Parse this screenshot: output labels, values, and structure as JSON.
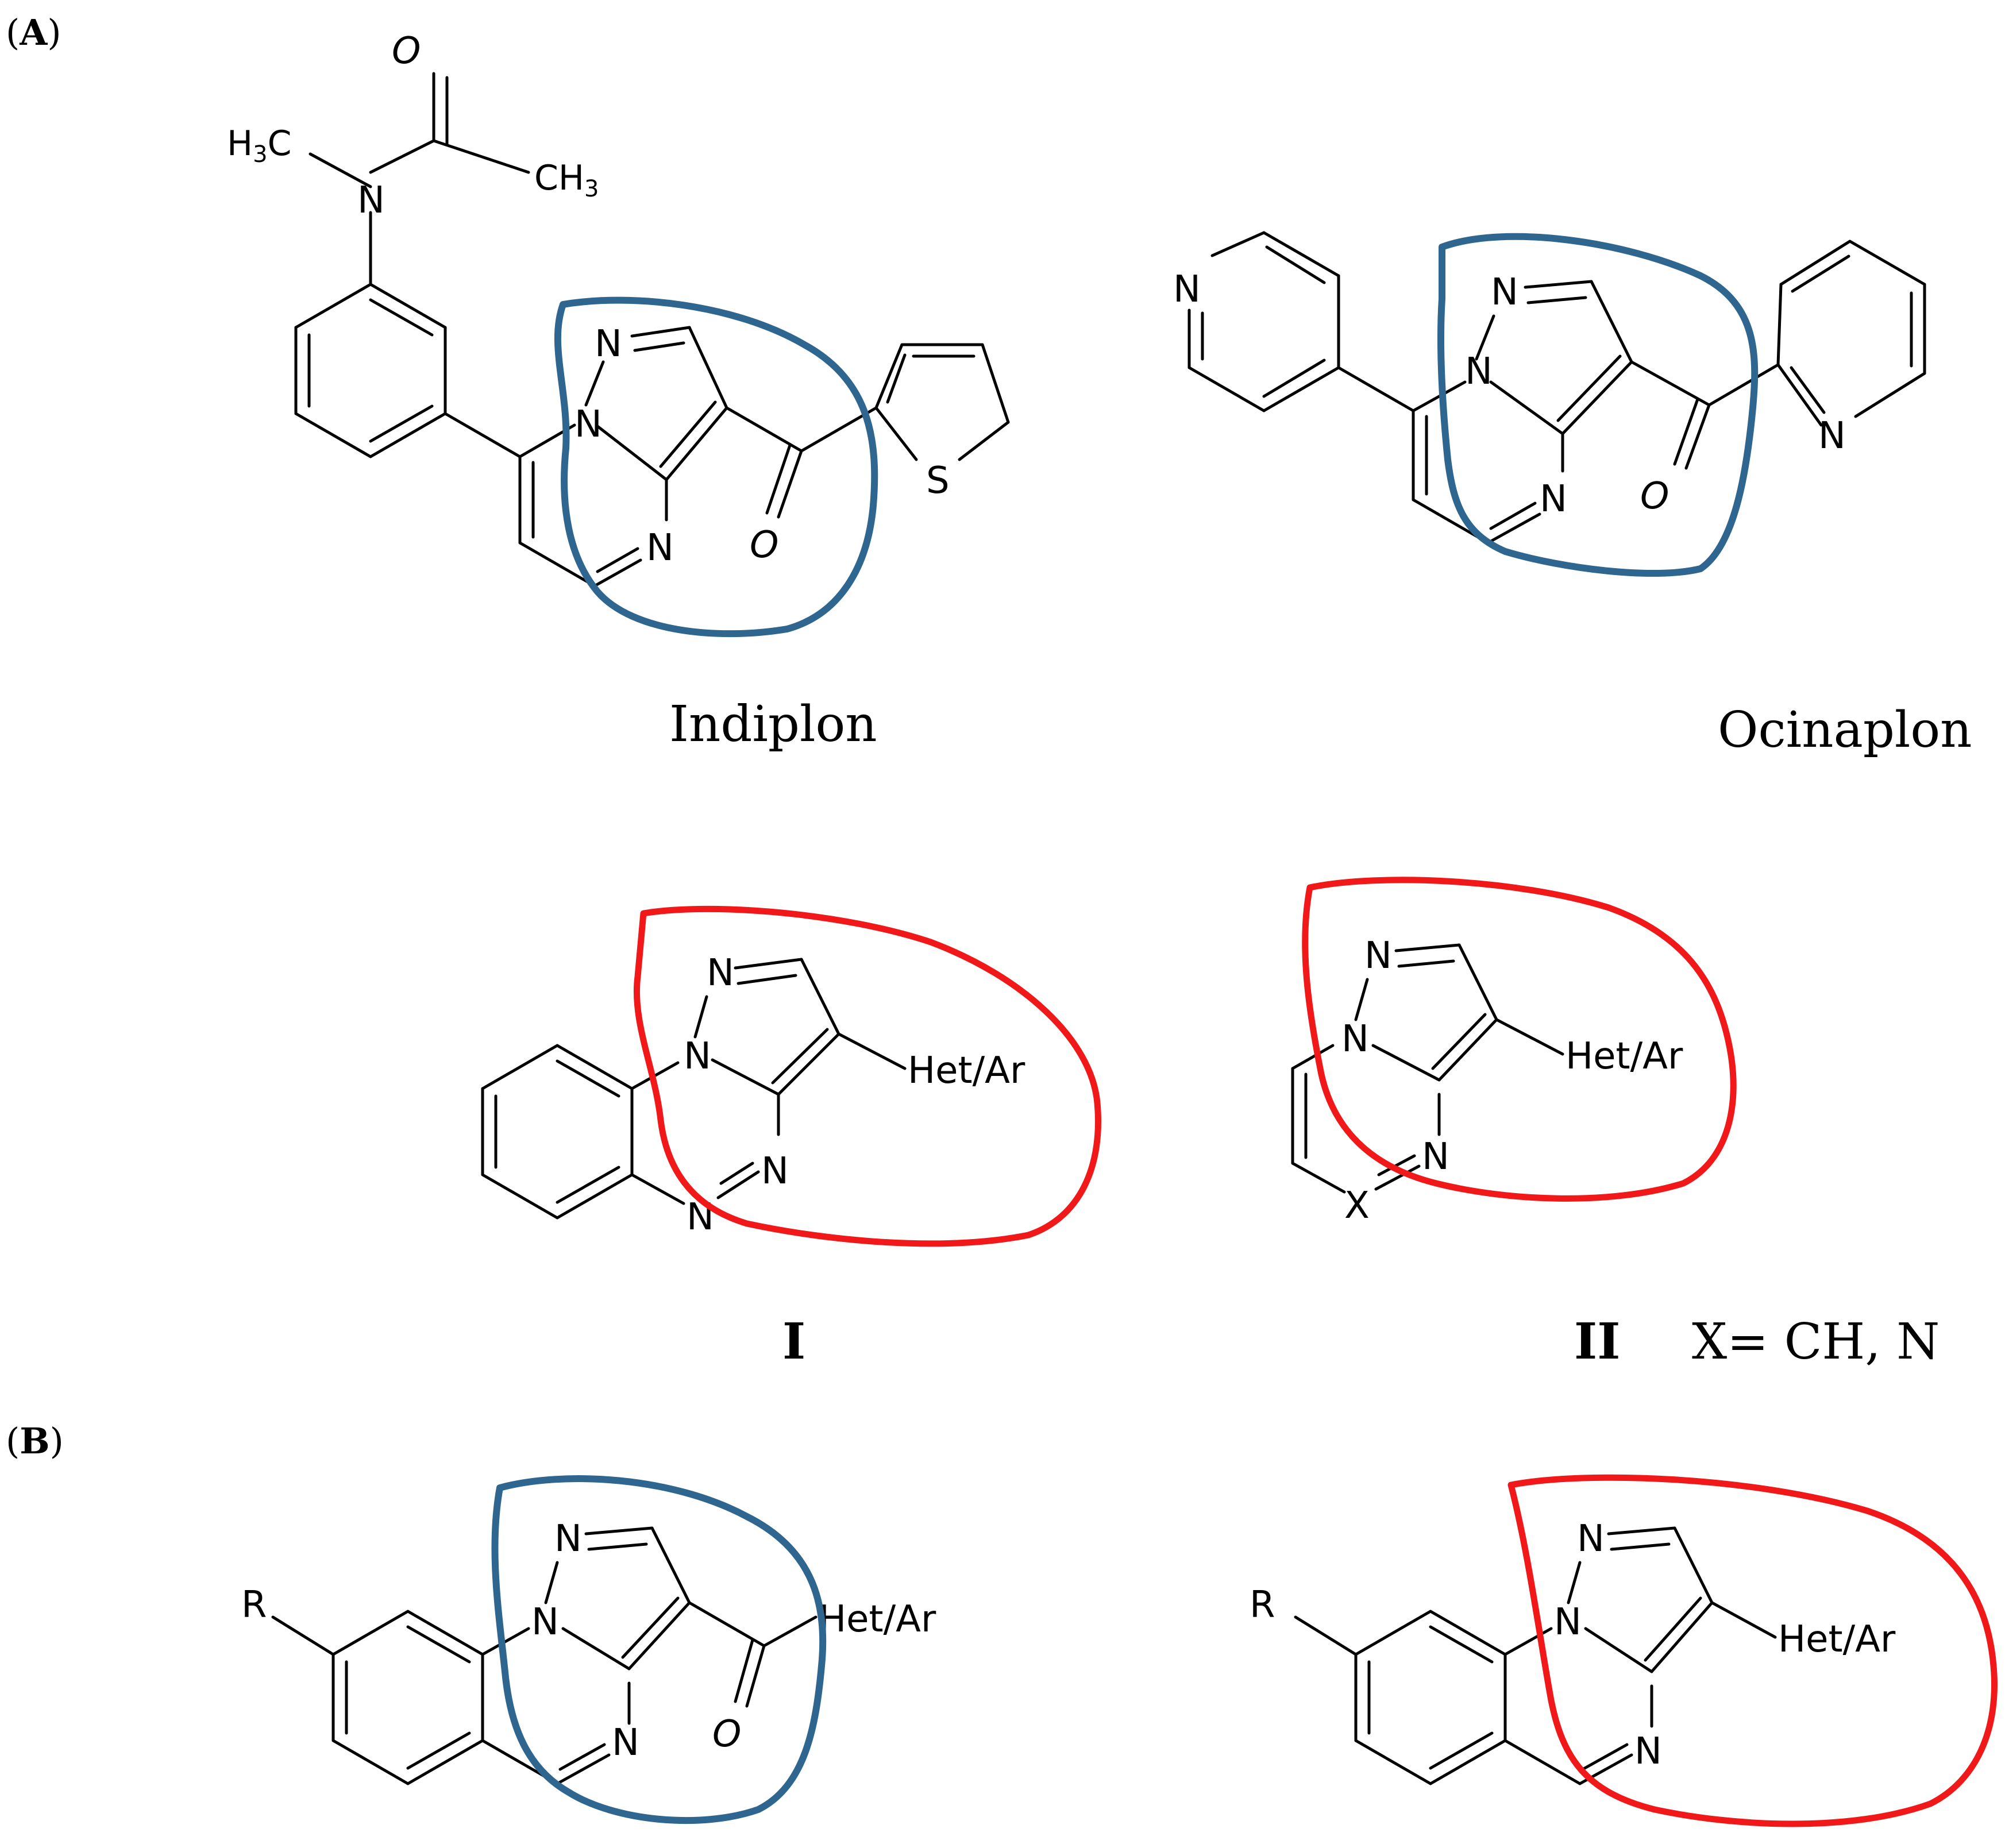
{
  "panels": {
    "a": {
      "label": "A"
    },
    "b": {
      "label": "B"
    }
  },
  "compounds": {
    "indiplon": {
      "name": "Indiplon"
    },
    "ocinaplon": {
      "name": "Ocinaplon"
    },
    "scaffold_1": {
      "name": "I"
    },
    "scaffold_2": {
      "name": "II",
      "note": "X= CH, N"
    }
  },
  "atoms": {
    "nitrogen": "N",
    "oxygen": "O",
    "sulfur": "S",
    "x_atom": "X",
    "r_group": "R",
    "het_ar": "Het/Ar",
    "h3c": "H3C",
    "ch3": "CH3"
  },
  "highlight_colors": {
    "pharmacophore_blue": "#2e6690",
    "pharmacophore_red": "#f01818"
  }
}
